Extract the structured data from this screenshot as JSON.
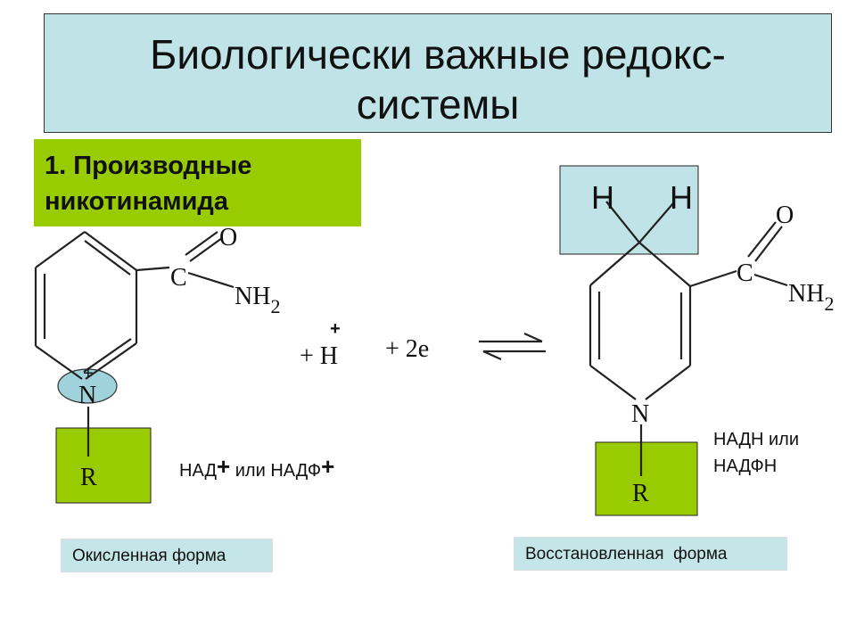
{
  "title": {
    "line1": "Биологически важные редокс-",
    "line2": "системы"
  },
  "subtitle": {
    "line1": "1. Производные",
    "line2": "никотинамида"
  },
  "oxidized": {
    "atom_o": "O",
    "atom_c": "C",
    "group_nh": "NH",
    "subscript_2": "2",
    "atom_n": "N",
    "charge": "+",
    "radical": "R",
    "name_left": "НАД",
    "name_plus_1": "+",
    "name_or": " или НАДФ",
    "name_plus_2": "+",
    "form_label": "Окисленная форма"
  },
  "reaction": {
    "plus_h": "+ H",
    "h_charge": "+",
    "plus_2e": "+ 2e"
  },
  "reduced": {
    "atom_h_left": "H",
    "atom_h_right": "H",
    "atom_o": "O",
    "atom_c": "C",
    "group_nh": "NH",
    "subscript_2": "2",
    "atom_n": "N",
    "radical": "R",
    "name_line1": "НАДН или",
    "name_line2": "НАДФН",
    "form_label": "Восстановленная  форма"
  },
  "colors": {
    "title_bg": "#bfe3e6",
    "green": "#99cc00",
    "oval": "#9fd2da",
    "label_bg": "#c5e6e8"
  }
}
